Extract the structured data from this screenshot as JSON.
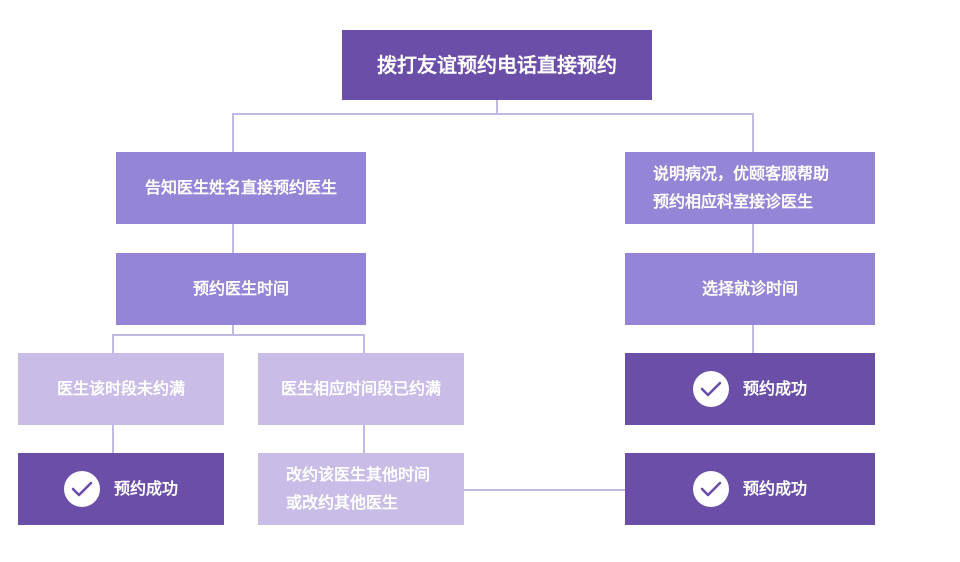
{
  "nodes": {
    "root": "拨打友谊预约电话直接预约",
    "left_top": "告知医生姓名直接预约医生",
    "left_time": "预约医生时间",
    "left_not_full": "医生该时段未约满",
    "left_full": "医生相应时间段已约满",
    "left_success": "预约成功",
    "left_reschedule": [
      "改约该医生其他时间",
      "或改约其他医生"
    ],
    "right_top": [
      "说明病况，优颐客服帮助",
      "预约相应科室接诊医生"
    ],
    "right_time": "选择就诊时间",
    "right_success_1": "预约成功",
    "right_success_2": "预约成功"
  },
  "icons": {
    "success": "check-circle-icon"
  },
  "colors": {
    "dark": "#6a4ea8",
    "mid": "#9684d6",
    "light": "#c9bce6",
    "connector": "#c3b8e2"
  }
}
